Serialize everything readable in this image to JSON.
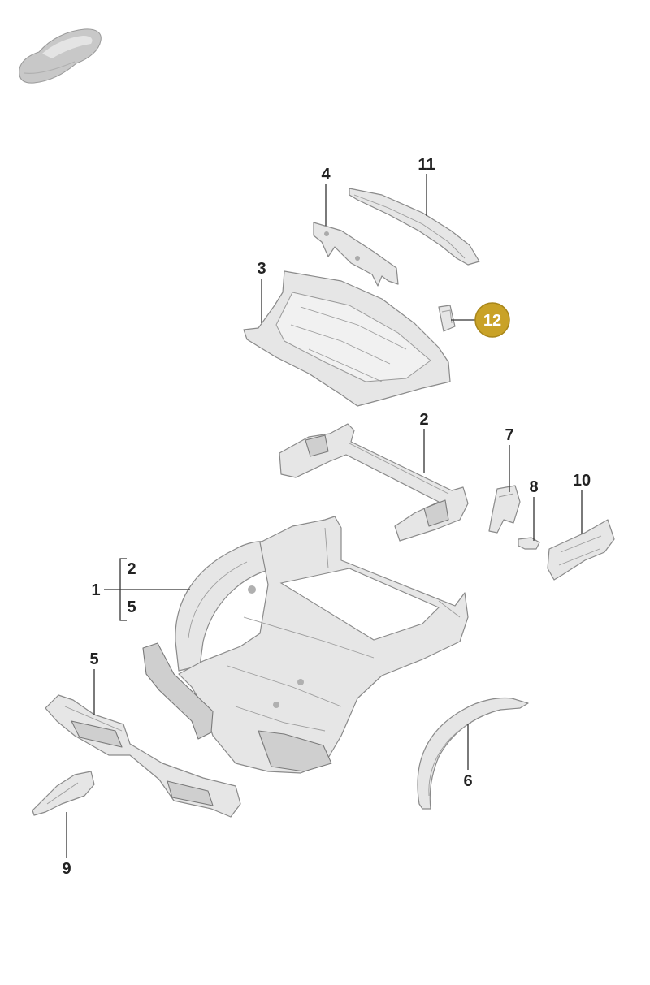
{
  "labels": {
    "l1": "1",
    "l1a": "2",
    "l1b": "5",
    "l2": "2",
    "l3": "3",
    "l4": "4",
    "l5": "5",
    "l6": "6",
    "l7": "7",
    "l8": "8",
    "l9": "9",
    "l10": "10",
    "l11": "11",
    "l12": "12"
  },
  "colors": {
    "highlight": "#c9a227",
    "part_fill": "#e6e6e6"
  },
  "icons": {
    "car": "car-thumbnail-icon"
  }
}
